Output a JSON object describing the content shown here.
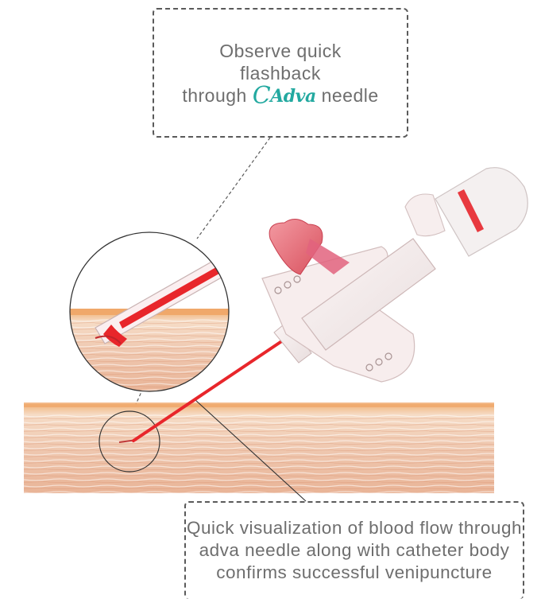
{
  "top_callout": {
    "line1": "Observe quick",
    "line2": "flashback",
    "line3_prefix": "through",
    "brand": "Adva",
    "line3_suffix": "needle"
  },
  "bottom_callout": {
    "line1": "Quick visualization of blood flow through",
    "line2": "adva needle along with catheter body",
    "line3": "confirms successful venipuncture"
  },
  "colors": {
    "brand_teal": "#23a9a0",
    "needle_red": "#e8262b",
    "hub_pink": "#e56b77",
    "callout_border": "#5a5a5a",
    "text_gray": "#6e6e6e"
  }
}
